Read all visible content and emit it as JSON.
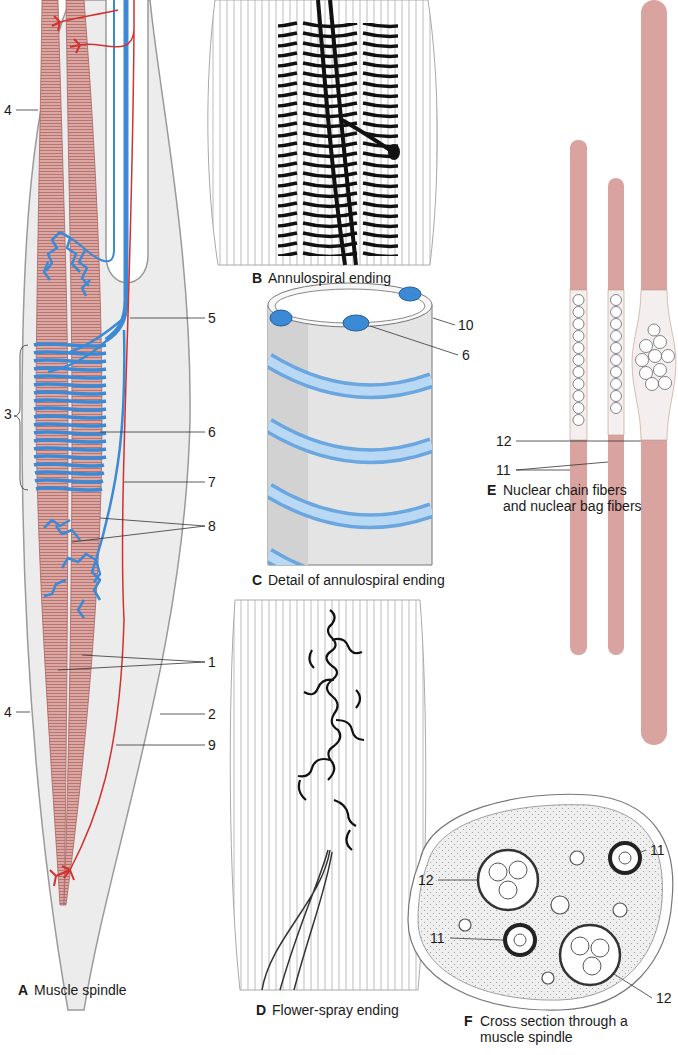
{
  "diagram": {
    "labels": [
      "4",
      "5",
      "3",
      "6",
      "7",
      "8",
      "1",
      "4",
      "2",
      "9",
      "A",
      "Muscle spindle",
      "B",
      "Annulospiral ending",
      "10",
      "6",
      "C",
      "Detail of annulospiral ending",
      "12",
      "11",
      "E",
      "Nuclear chain fibers and nuclear bag fibers",
      "D",
      "Flower-spray ending",
      "12",
      "11",
      "11",
      "12",
      "F",
      "Cross section through a muscle spindle"
    ]
  }
}
